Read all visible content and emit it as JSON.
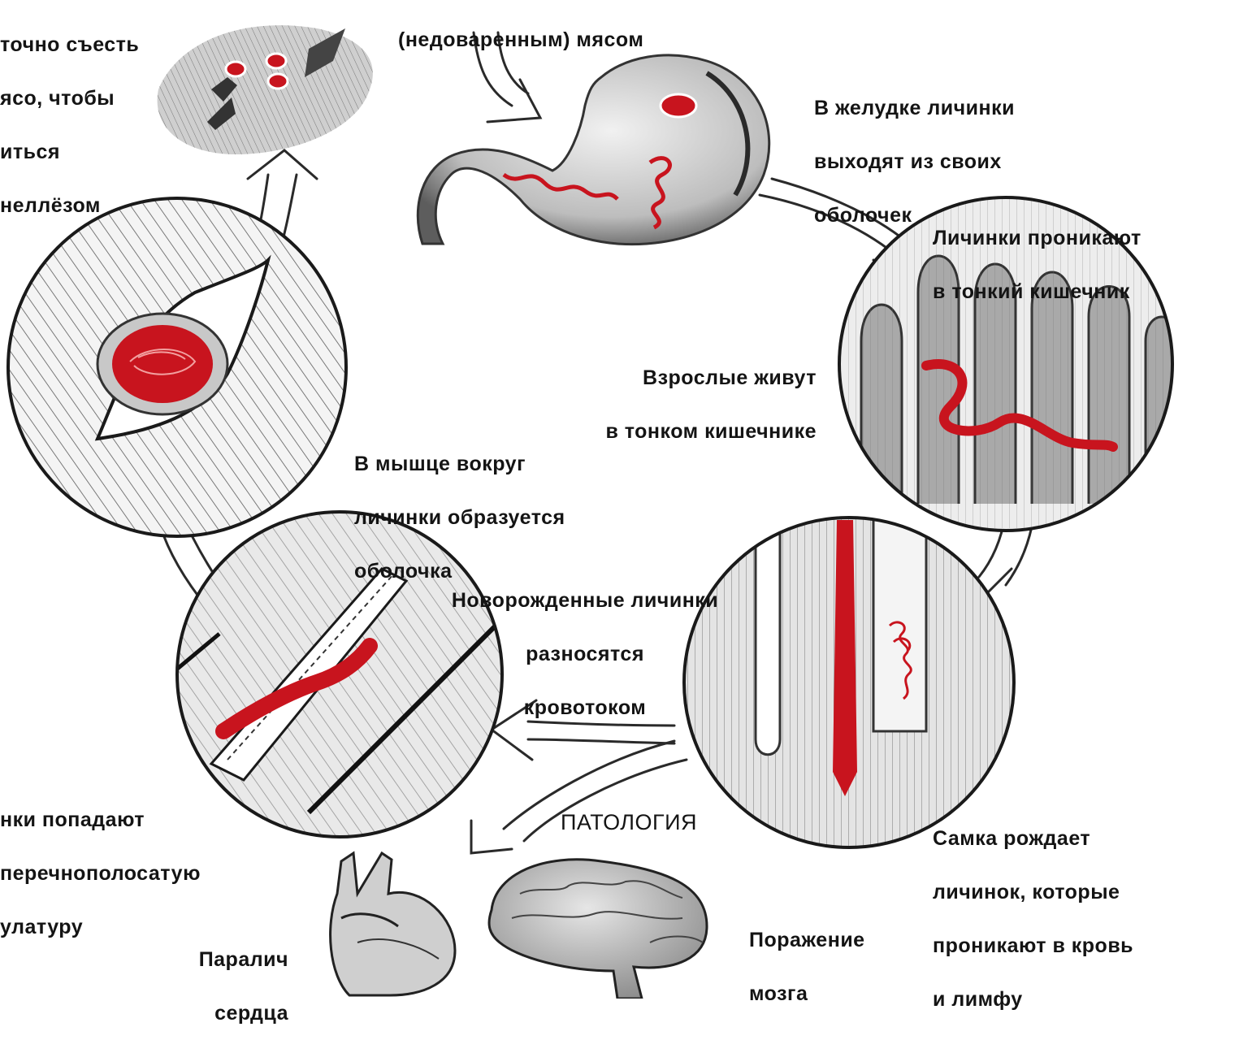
{
  "labels": {
    "top_left": [
      "точно съесть",
      "ясо, чтобы",
      "иться",
      "неллёзом"
    ],
    "top_center": [
      "(недоваренным) мясом"
    ],
    "stomach": [
      "В желудке личинки",
      "выходят из своих",
      "оболочек"
    ],
    "intestine_enter": [
      "Личинки проникают",
      "в тонкий кишечник"
    ],
    "adults": [
      "Взрослые живут",
      "в тонком кишечнике"
    ],
    "cyst": [
      "В мышце вокруг",
      "личинки образуется",
      "оболочка"
    ],
    "newborn": [
      "Новорожденные личинки",
      "разносятся",
      "кровотоком"
    ],
    "muscle": [
      "нки попадают",
      "перечнополосатую",
      "улатуру"
    ],
    "female": [
      "Самка рождает",
      "личинок, которые",
      "проникают в кровь",
      "и лимфу"
    ],
    "pathology": "ПАТОЛОГИЯ",
    "heart": [
      "Паралич",
      "сердца"
    ],
    "brain": [
      "Поражение",
      "мозга"
    ]
  },
  "colors": {
    "ink": "#141414",
    "larva_red": "#c8141e",
    "tissue_grey": "#9a9a9a",
    "background": "#ffffff"
  },
  "icons": [
    "meat-icon",
    "stomach-icon",
    "intestine-villi-icon",
    "muscle-cyst-icon",
    "muscle-fiber-larva-icon",
    "blood-vessel-icon",
    "heart-icon",
    "brain-icon"
  ]
}
